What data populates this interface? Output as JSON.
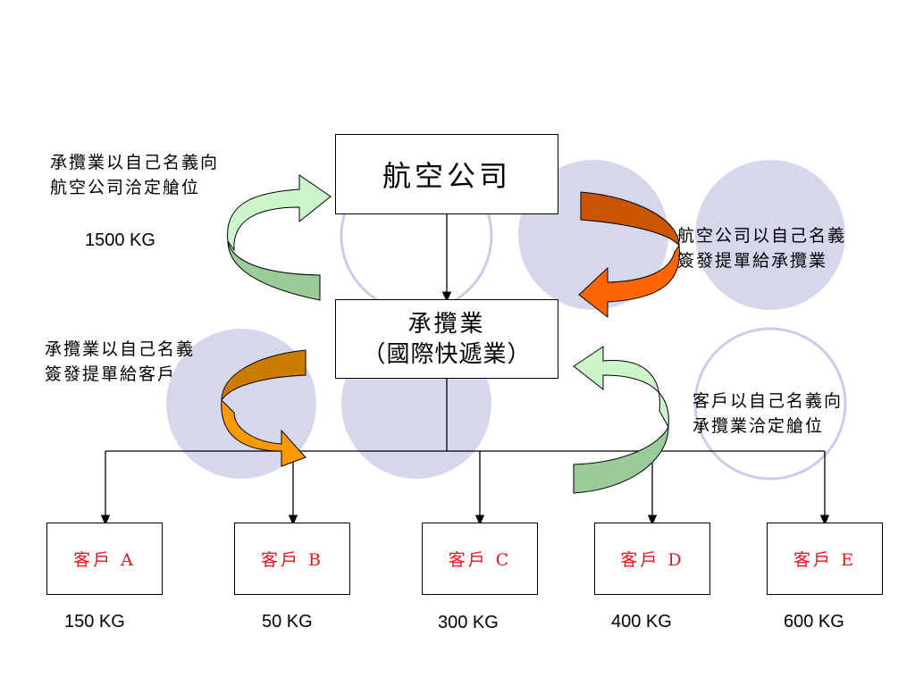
{
  "airline": {
    "label": "航空公司"
  },
  "forwarder": {
    "line1": "承攬業",
    "line2": "（國際快遞業）"
  },
  "notes": {
    "top_left": {
      "line1": "承攬業以自己名義向",
      "line2": "航空公司洽定艙位",
      "weight": "1500 KG"
    },
    "top_right": {
      "line1": "航空公司以自己名義",
      "line2": "簽發提單給承攬業"
    },
    "mid_left": {
      "line1": "承攬業以自己名義",
      "line2": "簽發提單給客戶"
    },
    "mid_right": {
      "line1": "客戶以自己名義向",
      "line2": "承攬業洽定艙位"
    }
  },
  "clients": [
    {
      "label": "客戶 A",
      "weight": "150 KG"
    },
    {
      "label": "客戶 B",
      "weight": "50 KG"
    },
    {
      "label": "客戶 C",
      "weight": "300 KG"
    },
    {
      "label": "客戶 D",
      "weight": "400 KG"
    },
    {
      "label": "客戶 E",
      "weight": "600 KG"
    }
  ],
  "colors": {
    "circle_fill": "#d6d6ec",
    "circle_stroke": "#ccccea",
    "arrow_green_light": "#ccf5cc",
    "arrow_green_dark": "#99cc99",
    "arrow_orange_dark": "#cc5500",
    "arrow_orange_bright": "#ff6600",
    "arrow_amber_dark": "#cc7a00",
    "arrow_amber_bright": "#ff9900",
    "client_text": "#e8141c"
  }
}
